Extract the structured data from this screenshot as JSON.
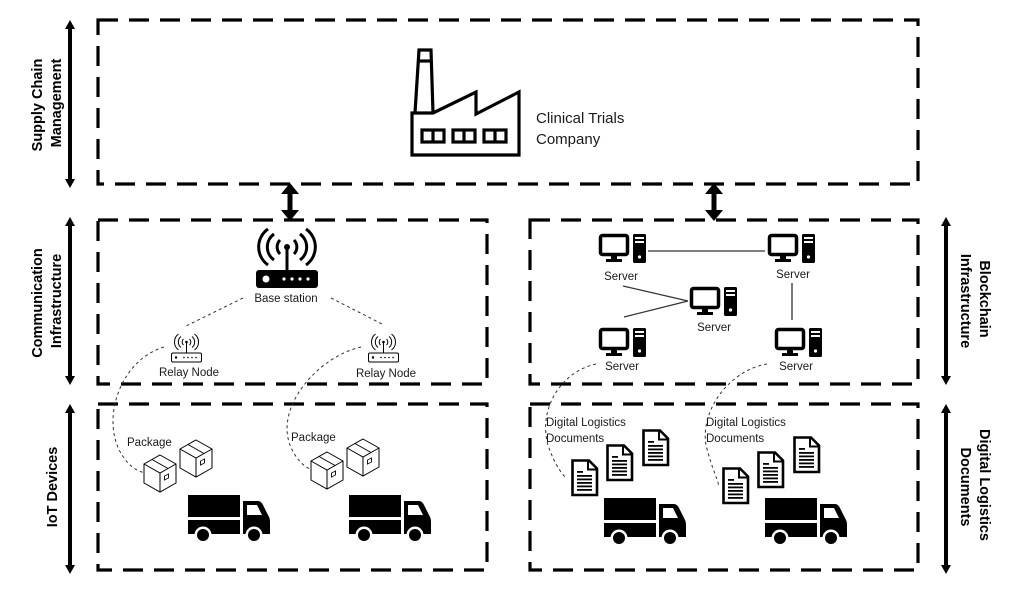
{
  "title": "Blockchain-based clinical trials supply chain architecture",
  "layers": {
    "supply_chain": {
      "label_line1": "Supply Chain",
      "label_line2": "Management"
    },
    "communication": {
      "label_line1": "Communication",
      "label_line2": "Infrastructure"
    },
    "iot": {
      "label": "IoT Devices"
    },
    "blockchain": {
      "label_line1": "Blockchain",
      "label_line2": "Infrastructure"
    },
    "documents": {
      "label_line1": "Digital Logistics",
      "label_line2": "Documents"
    }
  },
  "company": {
    "line1": "Clinical Trials",
    "line2": "Company",
    "icon": "factory-icon"
  },
  "communication_nodes": {
    "base_station": {
      "label": "Base station",
      "icon": "wifi-router-icon"
    },
    "relay_nodes": [
      {
        "label": "Relay Node",
        "icon": "wifi-router-icon"
      },
      {
        "label": "Relay Node",
        "icon": "wifi-router-icon"
      }
    ]
  },
  "servers": [
    {
      "label": "Server"
    },
    {
      "label": "Server"
    },
    {
      "label": "Server"
    },
    {
      "label": "Server"
    },
    {
      "label": "Server"
    }
  ],
  "iot_groups": [
    {
      "label": "Package",
      "icon": "package-icon",
      "vehicle": "truck-icon"
    },
    {
      "label": "Package",
      "icon": "package-icon",
      "vehicle": "truck-icon"
    }
  ],
  "document_groups": [
    {
      "line1": "Digital Logistics",
      "line2": "Documents",
      "icon": "document-icon",
      "vehicle": "truck-icon"
    },
    {
      "line1": "Digital Logistics",
      "line2": "Documents",
      "icon": "document-icon",
      "vehicle": "truck-icon"
    }
  ]
}
